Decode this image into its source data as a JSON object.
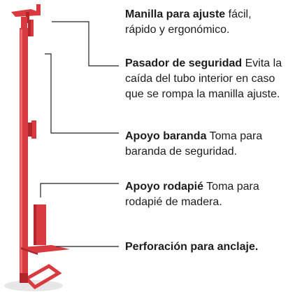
{
  "colors": {
    "product": "#d83a3f",
    "product_dark": "#b2262b",
    "leader_line": "#222222",
    "text": "#1c1c1c"
  },
  "callouts": [
    {
      "title": "Manilla para ajuste",
      "desc": "fácil, rápido y ergonómico."
    },
    {
      "title": "Pasador de seguridad",
      "desc": "Evita la caída del tubo interior en caso que se rompa la manilla ajuste."
    },
    {
      "title": "Apoyo baranda",
      "desc": "Toma para baranda de seguridad."
    },
    {
      "title": "Apoyo rodapié",
      "desc": "Toma para rodapié de madera."
    },
    {
      "title": "Perforación para anclaje.",
      "desc": ""
    }
  ]
}
